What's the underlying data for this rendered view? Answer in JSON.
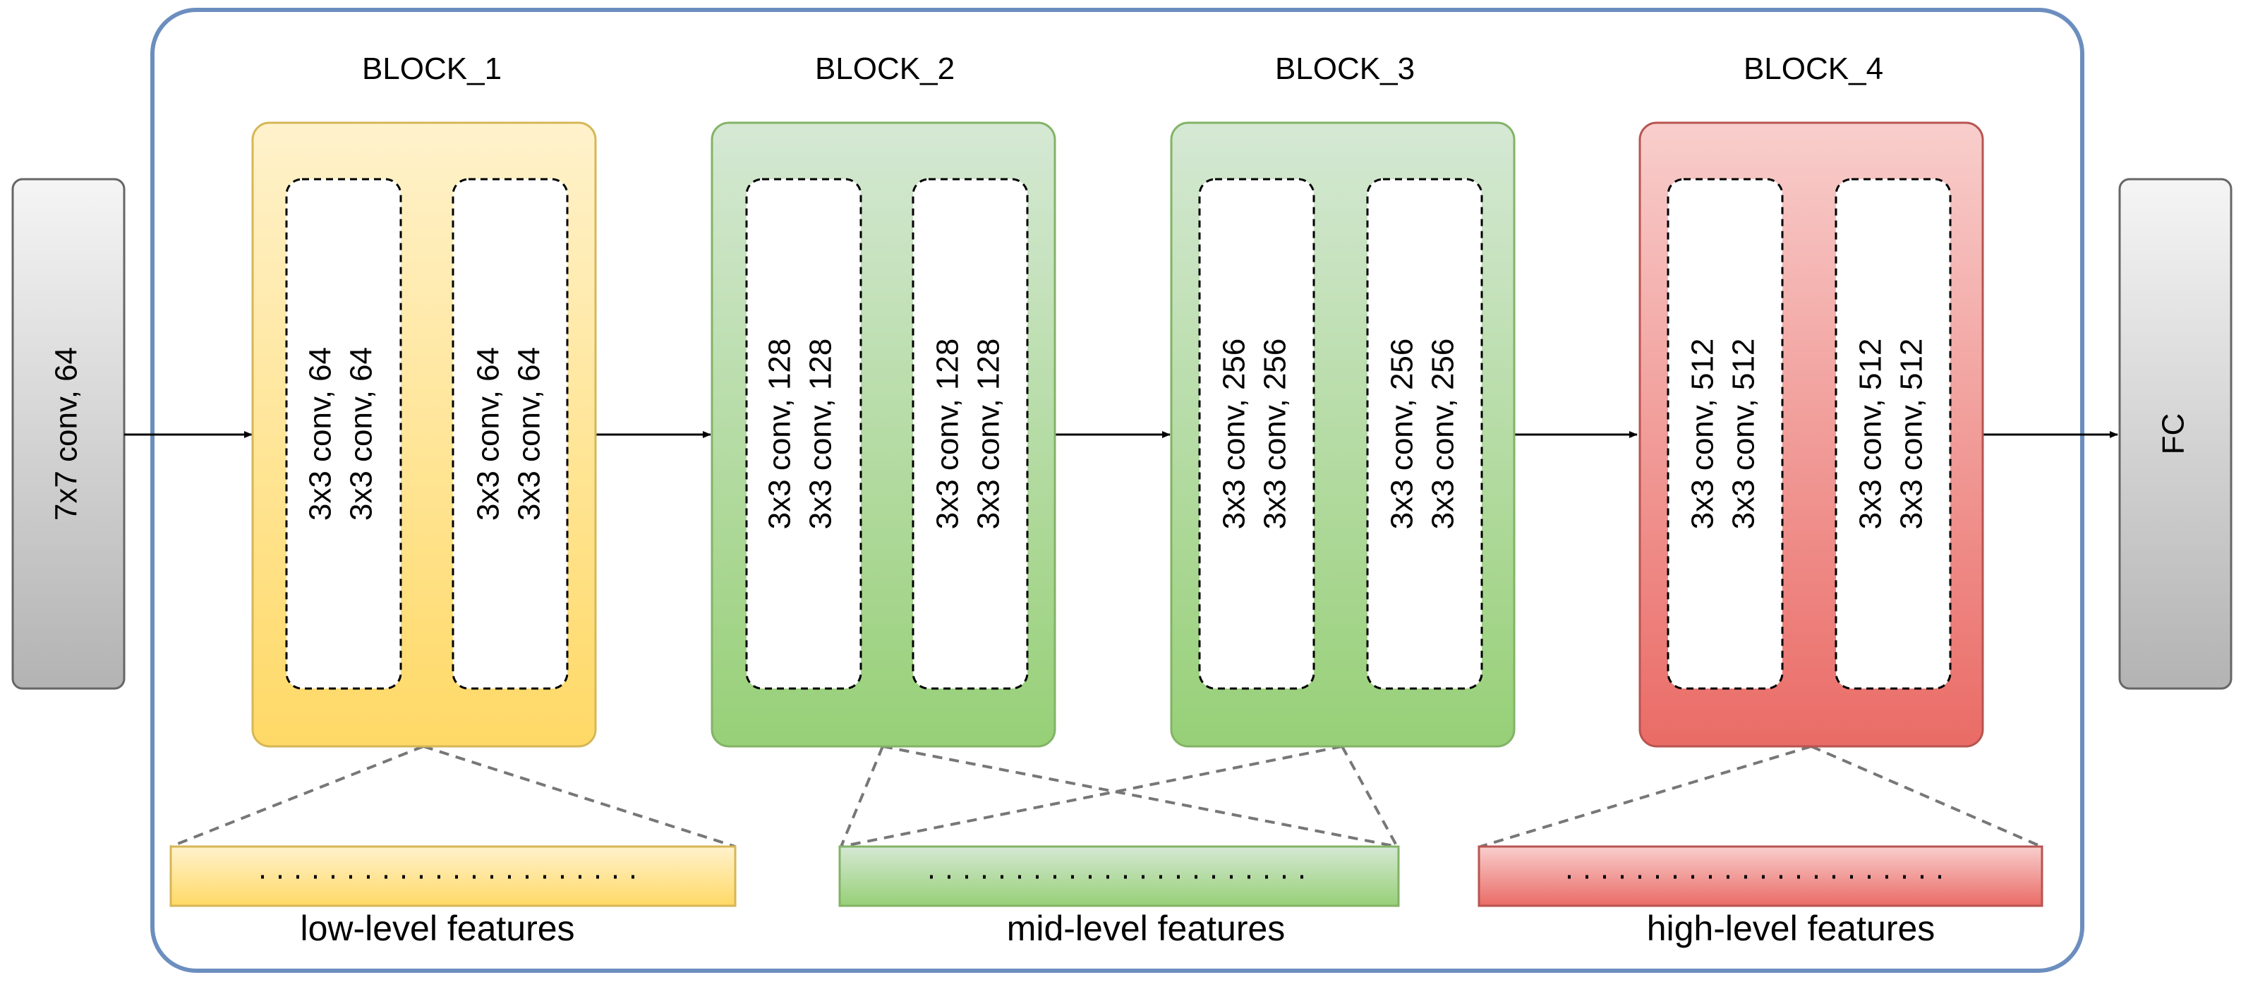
{
  "input_layer": {
    "label": "7x7 conv, 64"
  },
  "output_layer": {
    "label": "FC"
  },
  "blocks": [
    {
      "title": "BLOCK_1",
      "theme": "yellow",
      "convs": [
        [
          "3x3 conv, 64",
          "3x3 conv, 64"
        ],
        [
          "3x3 conv, 64",
          "3x3 conv, 64"
        ]
      ]
    },
    {
      "title": "BLOCK_2",
      "theme": "green",
      "convs": [
        [
          "3x3 conv, 128",
          "3x3 conv, 128"
        ],
        [
          "3x3 conv, 128",
          "3x3 conv, 128"
        ]
      ]
    },
    {
      "title": "BLOCK_3",
      "theme": "green",
      "convs": [
        [
          "3x3 conv, 256",
          "3x3 conv, 256"
        ],
        [
          "3x3 conv, 256",
          "3x3 conv, 256"
        ]
      ]
    },
    {
      "title": "BLOCK_4",
      "theme": "red",
      "convs": [
        [
          "3x3 conv, 512",
          "3x3 conv, 512"
        ],
        [
          "3x3 conv, 512",
          "3x3 conv, 512"
        ]
      ]
    }
  ],
  "features": [
    {
      "label": "low-level features",
      "theme": "yellow"
    },
    {
      "label": "mid-level features",
      "theme": "green"
    },
    {
      "label": "high-level features",
      "theme": "red"
    }
  ],
  "colors": {
    "container_border": "#6c8ebf",
    "yellow_top": "#fff2cc",
    "yellow_bottom": "#ffd966",
    "yellow_stroke": "#d6b656",
    "green_top": "#d5e8d4",
    "green_bottom": "#97d077",
    "green_stroke": "#82b366",
    "red_top": "#f8cecc",
    "red_bottom": "#ea6b66",
    "red_stroke": "#b85450",
    "gray_top": "#f5f5f5",
    "gray_bottom": "#b3b3b3",
    "gray_stroke": "#666666"
  }
}
